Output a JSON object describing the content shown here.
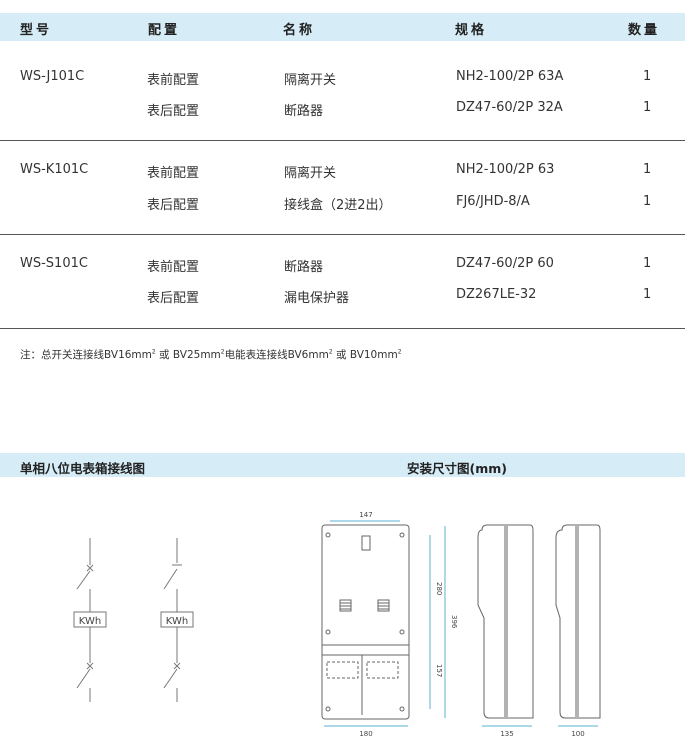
{
  "table": {
    "headers": [
      "型号",
      "配置",
      "名称",
      "规格",
      "数量"
    ],
    "groups": [
      {
        "model": "WS-J101C",
        "rows": [
          {
            "config": "表前配置",
            "name": "隔离开关",
            "spec": "NH2-100/2P  63A",
            "qty": "1"
          },
          {
            "config": "表后配置",
            "name": "断路器",
            "spec": "DZ47-60/2P  32A",
            "qty": "1"
          }
        ]
      },
      {
        "model": "WS-K101C",
        "rows": [
          {
            "config": "表前配置",
            "name": "隔离开关",
            "spec": "NH2-100/2P  63",
            "qty": "1"
          },
          {
            "config": "表后配置",
            "name": "接线盒（2进2出）",
            "spec": "FJ6/JHD-8/A",
            "qty": "1"
          }
        ]
      },
      {
        "model": "WS-S101C",
        "rows": [
          {
            "config": "表前配置",
            "name": "断路器",
            "spec": "DZ47-60/2P  60",
            "qty": "1"
          },
          {
            "config": "表后配置",
            "name": "漏电保护器",
            "spec": "DZ267LE-32",
            "qty": "1"
          }
        ]
      }
    ]
  },
  "note": {
    "prefix": "注：总开关连接线BV16mm",
    "mid1": " 或 BV25mm",
    "mid2": "电能表连接线BV6mm",
    "mid3": " 或 BV10mm",
    "sup": "2"
  },
  "sections": {
    "wiring_title": "单相八位电表箱接线图",
    "dims_title": "安装尺寸图(mm)"
  },
  "diagram": {
    "meter_label": "KWh",
    "dim_147": "147",
    "dim_280": "280",
    "dim_396": "396",
    "dim_157": "157",
    "dim_180": "180",
    "dim_135": "135",
    "dim_100": "100"
  }
}
